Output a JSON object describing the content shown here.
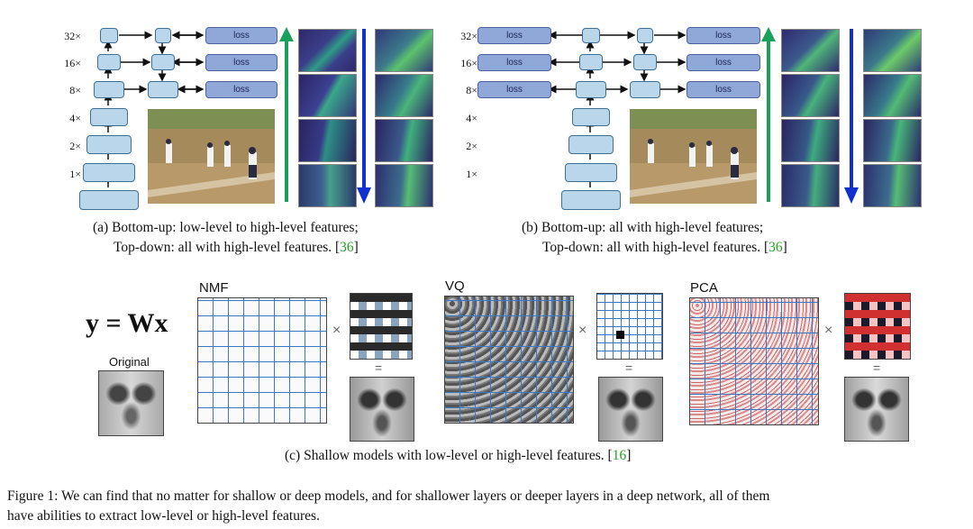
{
  "panel_a": {
    "scales": [
      "32×",
      "16×",
      "8×",
      "4×",
      "2×",
      "1×"
    ],
    "loss_labels": [
      "loss",
      "loss",
      "loss"
    ],
    "caption_line1": "(a) Bottom-up: low-level to high-level features;",
    "caption_line2_text": "Top-down: all with high-level features. [",
    "caption_cite": "36",
    "caption_line2_end": "]"
  },
  "panel_b": {
    "scales": [
      "32×",
      "16×",
      "8×",
      "4×",
      "2×",
      "1×"
    ],
    "loss_labels_left": [
      "loss",
      "loss",
      "loss"
    ],
    "loss_labels_right": [
      "loss",
      "loss",
      "loss"
    ],
    "caption_line1": "(b) Bottom-up: all with high-level features;",
    "caption_line2_text": "Top-down: all with high-level features. [",
    "caption_cite": "36",
    "caption_line2_end": "]"
  },
  "panel_c": {
    "equation": "y = Wx",
    "original_label": "Original",
    "method_labels": [
      "NMF",
      "VQ",
      "PCA"
    ],
    "times_symbol": "×",
    "equals_symbol": "=",
    "caption_text": "(c) Shallow models with low-level or high-level features. [",
    "caption_cite": "16",
    "caption_end": "]"
  },
  "figure_caption": {
    "line1": "Figure 1: We can find that no matter for shallow or deep models, and for shallower layers or deeper layers in a deep network, all of them",
    "line2": "have abilities to extract low-level or high-level features."
  },
  "colors": {
    "node_fill": "#b9d6ea",
    "loss_fill": "#8fa8d8",
    "up_arrow": "#1aa05a",
    "down_arrow": "#1030d0",
    "cite": "#22a022",
    "grid_dash": "#3a78c8"
  }
}
